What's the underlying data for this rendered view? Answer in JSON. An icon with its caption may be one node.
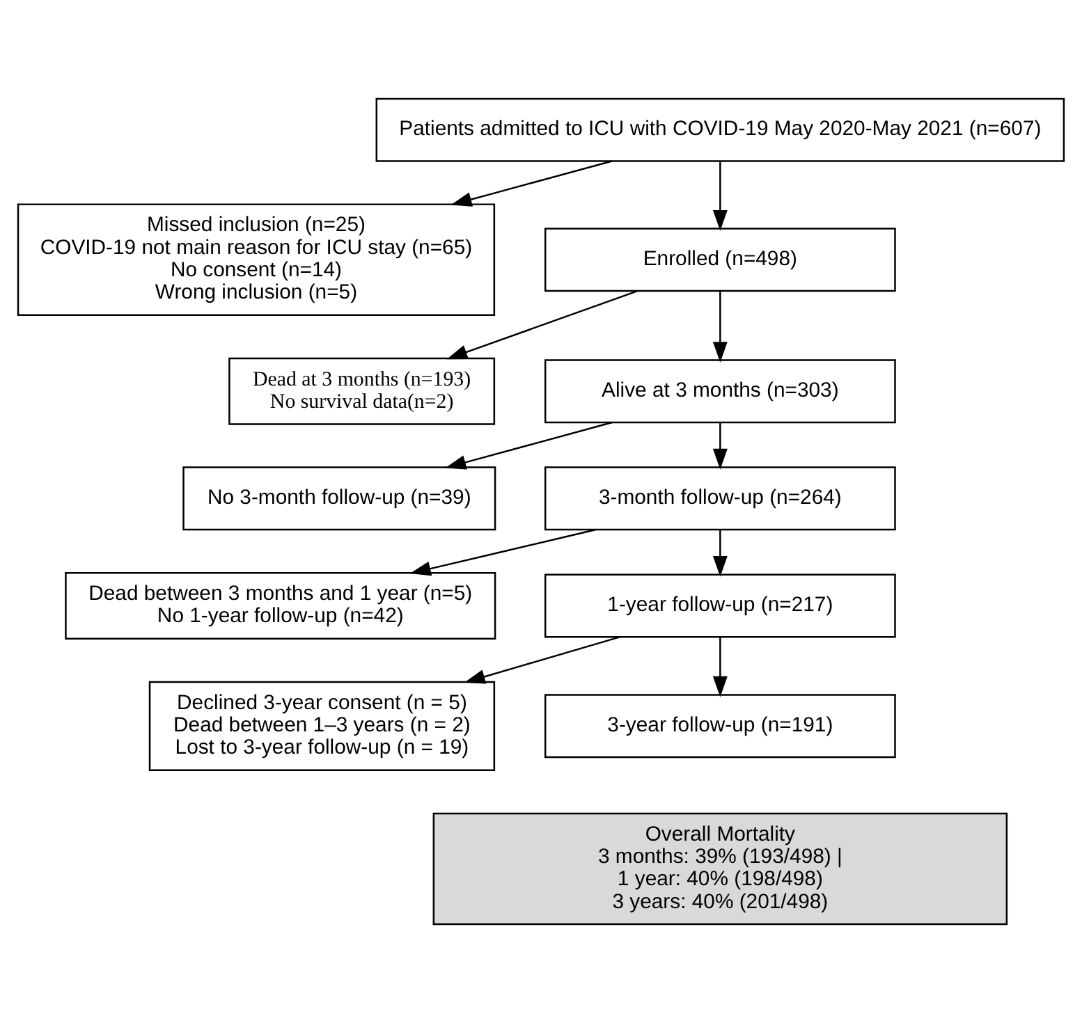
{
  "diagram": {
    "nodes": [
      {
        "text": [
          "Patients admitted to ICU with COVID-19 May 2020-May 2021 (n=607)"
        ]
      },
      {
        "text": [
          "Missed inclusion (n=25)",
          "COVID-19 not main reason for ICU stay (n=65)",
          "No consent (n=14)",
          "Wrong inclusion (n=5)"
        ]
      },
      {
        "text": [
          "Enrolled (n=498)"
        ]
      },
      {
        "text": [
          "Dead at 3 months (n=193)",
          "No survival data(n=2)"
        ]
      },
      {
        "text": [
          "Alive at 3 months (n=303)"
        ]
      },
      {
        "text": [
          "No 3-month follow-up (n=39)"
        ]
      },
      {
        "text": [
          "3-month follow-up (n=264)"
        ]
      },
      {
        "text": [
          "Dead between 3 months and 1 year (n=5)",
          "No 1-year follow-up (n=42)"
        ]
      },
      {
        "text": [
          "1-year follow-up (n=217)"
        ]
      },
      {
        "text": [
          "Declined 3-year consent (n = 5)",
          "Dead between 1–3 years (n = 2)",
          "Lost to 3-year follow-up (n = 19)"
        ]
      },
      {
        "text": [
          "3-year follow-up (n=191)"
        ]
      },
      {
        "text": [
          "Overall Mortality",
          "3 months: 39% (193/498) |",
          "1 year: 40% (198/498)",
          "3 years: 40% (201/498)"
        ]
      }
    ],
    "edges": [
      {
        "from": 0,
        "to": 2,
        "arrow": "to"
      },
      {
        "from": 0,
        "to": 1,
        "arrow": "to"
      },
      {
        "from": 2,
        "to": 4,
        "arrow": "to"
      },
      {
        "from": 2,
        "to": 3,
        "arrow": "to"
      },
      {
        "from": 4,
        "to": 6,
        "arrow": "to"
      },
      {
        "from": 4,
        "to": 5,
        "arrow": "to"
      },
      {
        "from": 6,
        "to": 8,
        "arrow": "to"
      },
      {
        "from": 6,
        "to": 7,
        "arrow": "to"
      },
      {
        "from": 8,
        "to": 10,
        "arrow": "to"
      },
      {
        "from": 8,
        "to": 9,
        "arrow": "to"
      }
    ]
  }
}
